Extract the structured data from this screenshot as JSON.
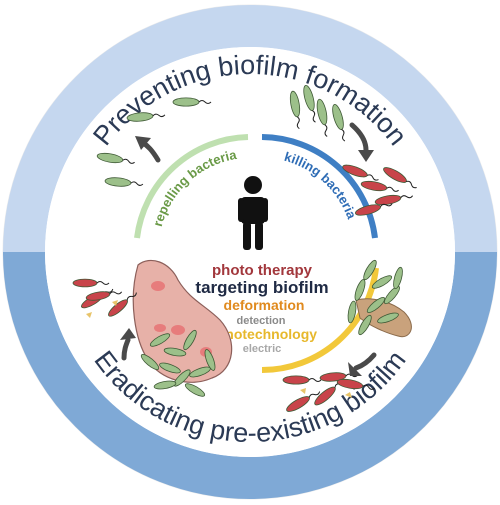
{
  "ring": {
    "top_label": "Preventing biofilm formation",
    "bottom_label": "Eradicating pre-existing biofilm",
    "top_color": "#c5d7ef",
    "bottom_color": "#7fa9d6"
  },
  "segments": {
    "repelling": {
      "label": "repelling bacteria",
      "color": "#6a9a47",
      "arc_color": "#bfe0b0"
    },
    "killing": {
      "label": "killing bacteria",
      "color": "#2e6cb5",
      "arc_color": "#3f7fc4"
    },
    "yellow_arc_color": "#f2c83a"
  },
  "center": {
    "lines": [
      {
        "text": "photo therapy",
        "color": "#a2373c"
      },
      {
        "text": "targeting biofilm",
        "color": "#1f2a44"
      },
      {
        "text": "deformation",
        "color": "#e08a1e"
      },
      {
        "text": "detection",
        "color": "#8a8a8a"
      },
      {
        "text": "nanotechnology",
        "color": "#e7b82c"
      },
      {
        "text": "electric",
        "color": "#a8a8a8"
      }
    ],
    "person_icon": "person-icon"
  },
  "colors": {
    "bacteria_green": "#9cc08a",
    "bacteria_red": "#c8444a",
    "host_cell": "#e7b1a8",
    "arrow_gray": "#4a4a4a"
  }
}
